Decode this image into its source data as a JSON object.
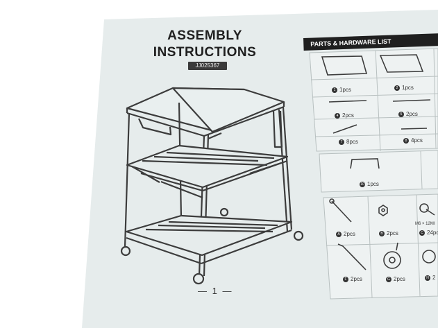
{
  "document": {
    "title_line1": "ASSEMBLY",
    "title_line2": "INSTRUCTIONS",
    "model": "JJ025367",
    "page_number": "— 1 —"
  },
  "parts_list": {
    "header": "PARTS & HARDWARE LIST",
    "items": [
      {
        "id": "1",
        "qty": "1pcs"
      },
      {
        "id": "2",
        "qty": "1pcs"
      },
      {
        "id": "4",
        "qty": "2pcs"
      },
      {
        "id": "5",
        "qty": "2pcs"
      },
      {
        "id": "7",
        "qty": "8pcs"
      },
      {
        "id": "8",
        "qty": "4pcs"
      },
      {
        "id": "10",
        "qty": "1pcs"
      },
      {
        "id": "A",
        "qty": "2pcs"
      },
      {
        "id": "B",
        "qty": "2pcs"
      },
      {
        "id": "C",
        "qty": "24pc"
      },
      {
        "id": "F",
        "qty": "2pcs"
      },
      {
        "id": "G",
        "qty": "2pcs"
      },
      {
        "id": "H",
        "qty": "2"
      }
    ],
    "hardware_spec": "M6 × 12MI"
  },
  "colors": {
    "paper": "#e6ecec",
    "panel": "#eef2f2",
    "grid_line": "#b8c0c0",
    "line": "#3c3c3c",
    "header_bg": "#1f1f1f"
  }
}
